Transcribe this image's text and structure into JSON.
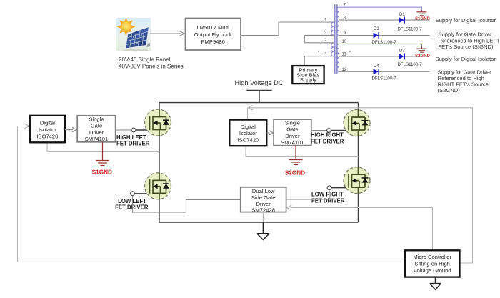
{
  "solar": {
    "caption_lines": [
      "20V-40 Single Panel",
      "40V-80V Panels in Series"
    ]
  },
  "blocks": {
    "lm5017": {
      "lines": [
        "LM5017 Multi",
        "Output Fly buck",
        "PMP9486"
      ]
    },
    "primary_bias": {
      "lines": [
        "Primary",
        "Side Bias",
        "Supply"
      ]
    },
    "iso_left": {
      "lines": [
        "Digital",
        "Isolator",
        "ISO7420"
      ]
    },
    "driver_left": {
      "lines": [
        "Single",
        "Gate",
        "Driver",
        "SM74101"
      ]
    },
    "iso_right": {
      "lines": [
        "Digital",
        "Isolator",
        "ISO7420"
      ]
    },
    "driver_right": {
      "lines": [
        "Single",
        "Gate",
        "Driver",
        "SM74101"
      ]
    },
    "dual_driver": {
      "lines": [
        "Dual Low",
        "Side Gate",
        "Driver",
        "SM72428"
      ]
    },
    "micro": {
      "lines": [
        "Micro Controller",
        "Sitting on High",
        "Voltage Ground"
      ]
    }
  },
  "labels": {
    "hv_dc": "High Voltage DC",
    "fet_high_left": [
      "HIGH LEFT",
      "FET DRIVER"
    ],
    "fet_low_left": [
      "LOW LEFT",
      "FET DRIVER"
    ],
    "fet_high_right": [
      "HIGH RIGHT",
      "FET DRIVER"
    ],
    "fet_low_right": [
      "LOW RIGHT",
      "FET DRIVER"
    ],
    "s1gnd_driver": "S1GND",
    "s2gnd_driver": "S2GND",
    "s1gnd_xfmr": "S1GND",
    "s2gnd_xfmr": "S2GND"
  },
  "transformer": {
    "primary_pins": [
      "1",
      "3",
      "2",
      "4"
    ],
    "secondary_pins": [
      "7",
      "8",
      "9",
      "10",
      "11",
      "12"
    ],
    "diodes": [
      {
        "name": "D1",
        "part": "DFLS1100-7"
      },
      {
        "name": "D2",
        "part": "DFLS1100-7"
      },
      {
        "name": "D3",
        "part": "DFLS1100-7"
      },
      {
        "name": "D4",
        "part": "DFLS1100-7"
      }
    ]
  },
  "supplies": [
    {
      "lines": [
        "Supply for Digital Isolator"
      ]
    },
    {
      "lines": [
        "Supply for Gate Driver",
        "Referenced to High  LEFT",
        "FET's Source (SIGND)"
      ]
    },
    {
      "lines": [
        "Supply for Digital Isolator"
      ]
    },
    {
      "lines": [
        "Supply for Gate Driver",
        "Referenced to High",
        "RIGHT FET's Source",
        "(S2GND)"
      ]
    }
  ],
  "colors": {
    "text_dark": "#333333",
    "wire_gray": "#8a8a8a",
    "wire_light": "#b4b4b4",
    "wire_dark": "#3a3a3a",
    "box_gray_border": "#808080",
    "box_black_border": "#111111",
    "fet_fill": "#e9efc4",
    "fet_border": "#7d7d6a",
    "fet_stroke": "#414d1c",
    "diode_blue": "#1c1ccc",
    "ground_red": "#993333",
    "label_red": "#cc2222",
    "xfmr_purple": "#8a8ad0",
    "sun_orange": "#f6a21f",
    "panel_blue": "#27407e"
  }
}
